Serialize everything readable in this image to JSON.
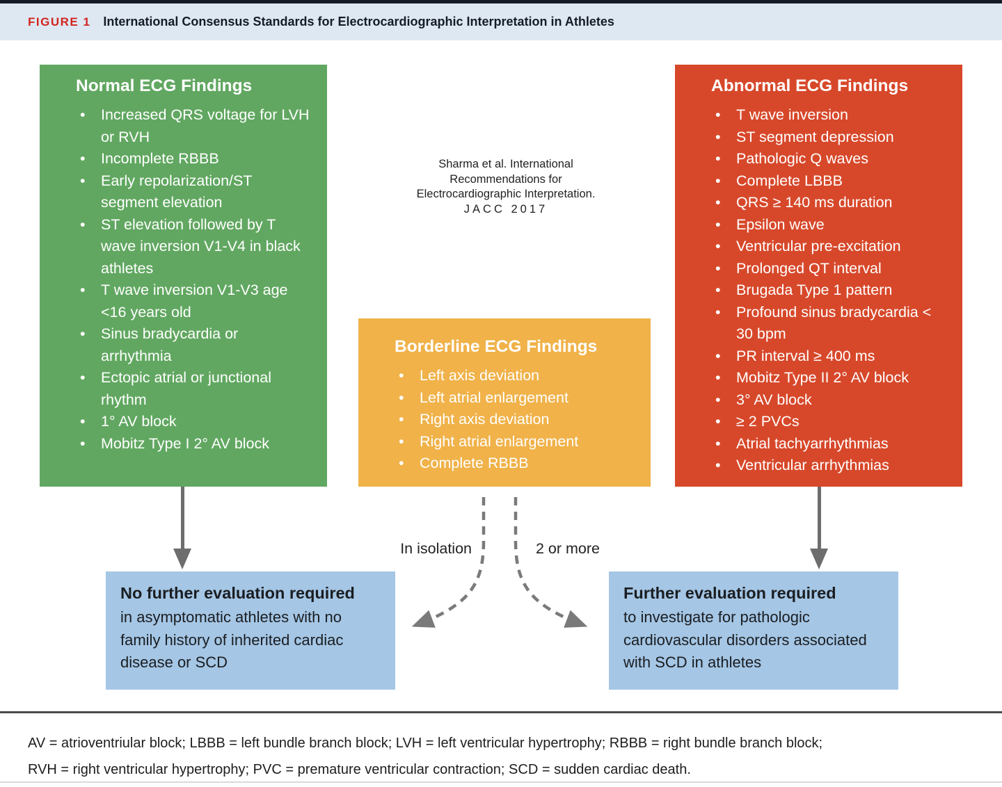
{
  "header": {
    "figure_label": "FIGURE 1",
    "title": "International Consensus Standards for Electrocardiographic Interpretation in Athletes"
  },
  "citation": {
    "lines": [
      "Sharma et al. International",
      "Recommendations for",
      "Electrocardiographic Interpretation.",
      "JACC 2017"
    ]
  },
  "panels": {
    "normal": {
      "title": "Normal ECG Findings",
      "color": "#61a761",
      "items": [
        "Increased QRS voltage for LVH or RVH",
        "Incomplete RBBB",
        "Early repolarization/ST segment elevation",
        "ST elevation followed by T wave inversion V1-V4 in black athletes",
        "T wave inversion V1-V3 age <16 years old",
        "Sinus bradycardia or arrhythmia",
        "Ectopic atrial or junctional rhythm",
        "1° AV block",
        "Mobitz Type I 2° AV block"
      ]
    },
    "borderline": {
      "title": "Borderline ECG Findings",
      "color": "#f0b249",
      "items": [
        "Left axis deviation",
        "Left atrial enlargement",
        "Right axis deviation",
        "Right atrial enlargement",
        "Complete RBBB"
      ]
    },
    "abnormal": {
      "title": "Abnormal ECG Findings",
      "color": "#d7482a",
      "items": [
        "T wave inversion",
        "ST segment depression",
        "Pathologic Q waves",
        "Complete LBBB",
        "QRS ≥ 140 ms duration",
        "Epsilon wave",
        "Ventricular pre-excitation",
        "Prolonged QT interval",
        "Brugada Type 1 pattern",
        "Profound sinus bradycardia < 30 bpm",
        "PR interval ≥ 400 ms",
        "Mobitz Type II 2° AV block",
        "3° AV block",
        "≥ 2 PVCs",
        "Atrial tachyarrhythmias",
        "Ventricular arrhythmias"
      ]
    }
  },
  "flow": {
    "left_branch_label": "In isolation",
    "right_branch_label": "2 or more"
  },
  "outcomes": {
    "no_further": {
      "title": "No further evaluation required",
      "description": "in asymptomatic athletes with no family history of inherited cardiac disease or SCD"
    },
    "further": {
      "title": "Further evaluation required",
      "description": "to investigate for pathologic cardiovascular disorders associated with SCD in athletes"
    }
  },
  "footnote": {
    "line1": "AV = atrioventriular block; LBBB = left bundle branch block; LVH = left ventricular hypertrophy; RBBB = right bundle branch block;",
    "line2": "RVH = right ventricular hypertrophy; PVC = premature ventricular contraction; SCD = sudden cardiac death."
  },
  "colors": {
    "header_background": "#dee8f3",
    "figure_label_red": "#d2251f",
    "normal_green": "#61a761",
    "borderline_yellow": "#f0b249",
    "abnormal_red": "#d7482a",
    "outcome_blue": "#a5c6e5",
    "arrow_gray": "#6d6d6d"
  }
}
